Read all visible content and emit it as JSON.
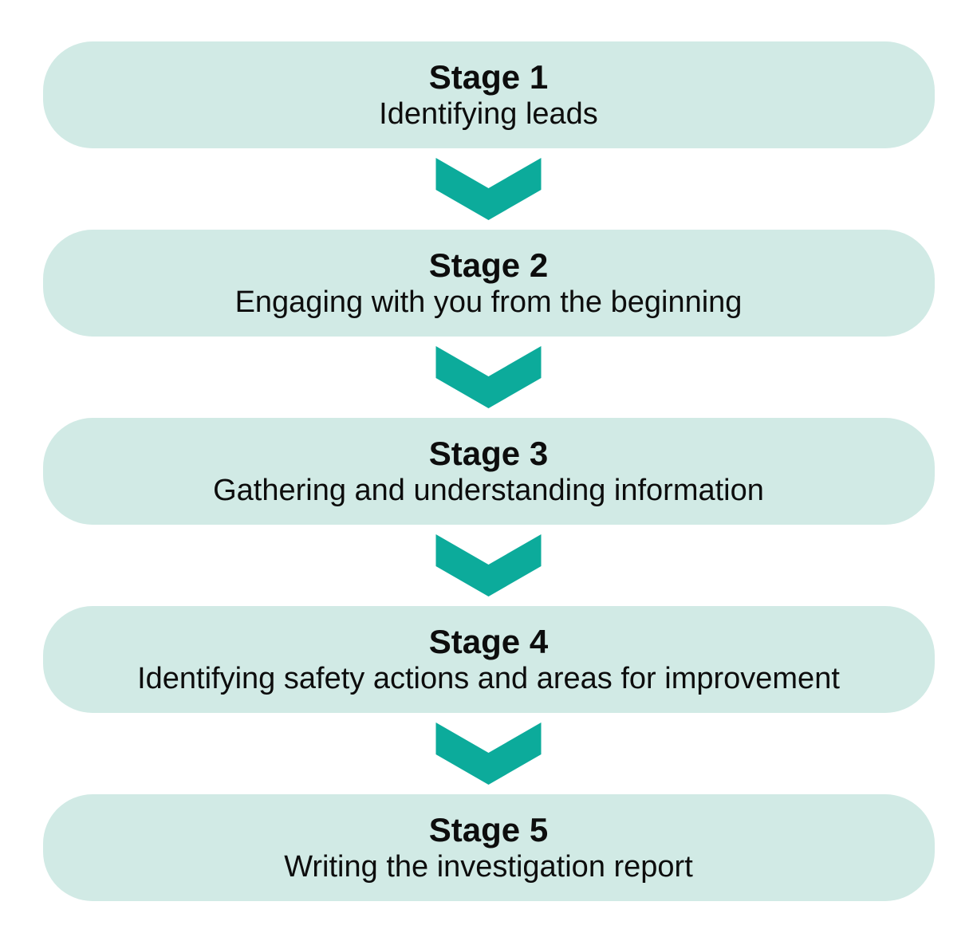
{
  "diagram": {
    "type": "process-flow",
    "direction": "vertical",
    "connector_icon": "chevron-down-icon",
    "stages": [
      {
        "label": "Stage 1",
        "description": "Identifying leads"
      },
      {
        "label": "Stage 2",
        "description": "Engaging with you from the beginning"
      },
      {
        "label": "Stage 3",
        "description": "Gathering and understanding information"
      },
      {
        "label": "Stage 4",
        "description": "Identifying safety actions and areas for improvement"
      },
      {
        "label": "Stage 5",
        "description": "Writing the investigation report"
      }
    ],
    "colors": {
      "background": "#ffffff",
      "box_fill": "#d1eae5",
      "arrow": "#0cab9b",
      "text": "#0d0d0d"
    }
  }
}
